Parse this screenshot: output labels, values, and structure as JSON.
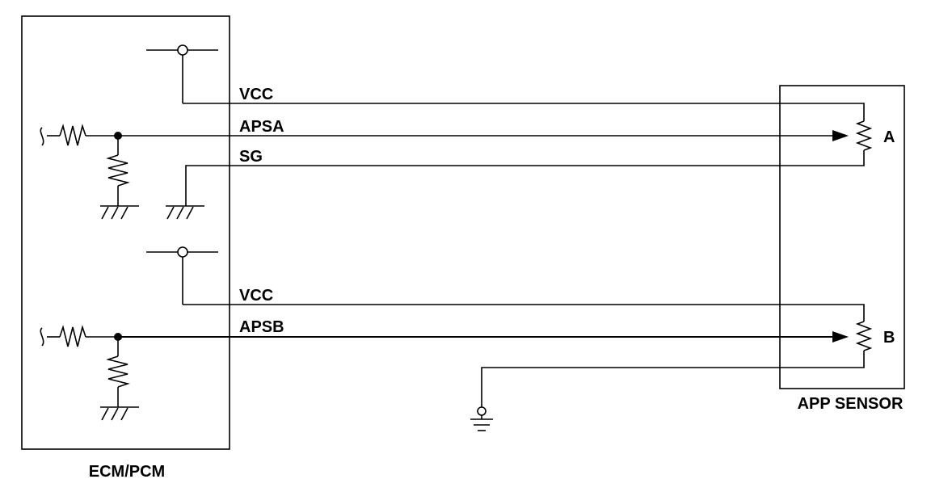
{
  "diagram": {
    "ecm_label": "ECM/PCM",
    "sensor_label": "APP SENSOR",
    "wires": {
      "vcc_a": "VCC",
      "apsa": "APSA",
      "sg": "SG",
      "vcc_b": "VCC",
      "apsb": "APSB"
    },
    "pot_a_label": "A",
    "pot_b_label": "B"
  }
}
